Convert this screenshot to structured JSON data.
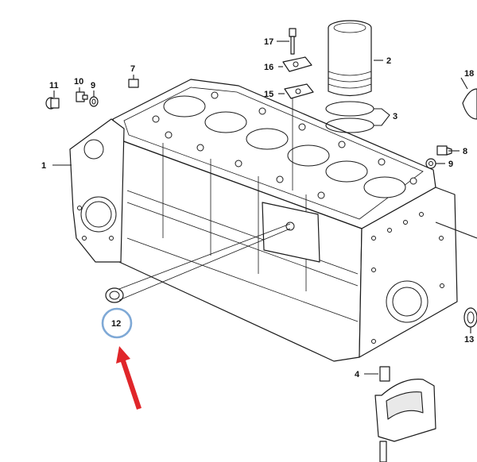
{
  "diagram": {
    "callouts": [
      {
        "id": "c1",
        "label": "1"
      },
      {
        "id": "c2",
        "label": "2"
      },
      {
        "id": "c3",
        "label": "3"
      },
      {
        "id": "c4",
        "label": "4"
      },
      {
        "id": "c7",
        "label": "7"
      },
      {
        "id": "c8",
        "label": "8"
      },
      {
        "id": "c9a",
        "label": "9"
      },
      {
        "id": "c9b",
        "label": "9"
      },
      {
        "id": "c10",
        "label": "10"
      },
      {
        "id": "c11",
        "label": "11"
      },
      {
        "id": "c12",
        "label": "12"
      },
      {
        "id": "c13",
        "label": "13"
      },
      {
        "id": "c15",
        "label": "15"
      },
      {
        "id": "c16",
        "label": "16"
      },
      {
        "id": "c17",
        "label": "17"
      },
      {
        "id": "c18",
        "label": "18"
      }
    ],
    "highlight": {
      "target": "12",
      "circle_color": "#7fa9d6",
      "arrow_color": "#e0262a"
    }
  }
}
